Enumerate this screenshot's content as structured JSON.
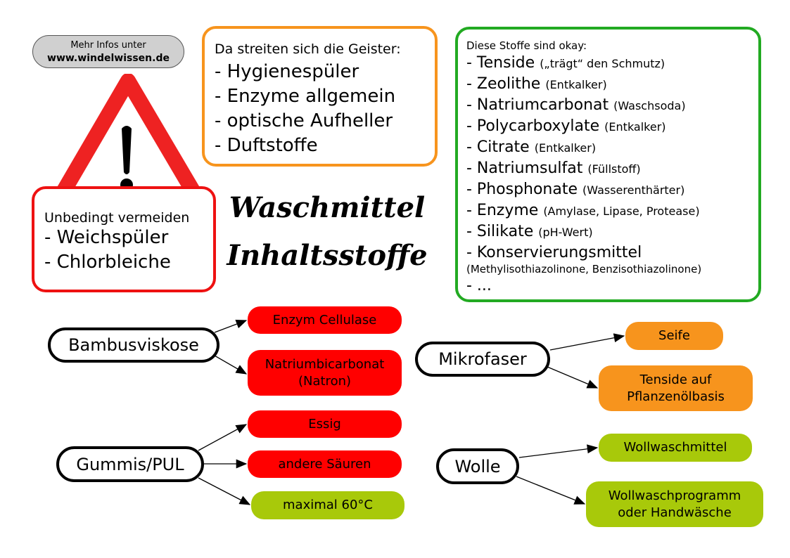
{
  "info": {
    "line1": "Mehr Infos unter",
    "line2": "www.windelwissen.de"
  },
  "warning_icon": "exclamation-triangle-icon",
  "colors": {
    "avoid": "#ee1111",
    "debated": "#f7941d",
    "okay": "#22aa22",
    "red_leaf": "#ff0000",
    "orange_leaf": "#f7941d",
    "green_leaf": "#a8c90a"
  },
  "debated": {
    "heading": "Da streiten sich die Geister:",
    "items": [
      "- Hygienespüler",
      "- Enzyme allgemein",
      "- optische Aufheller",
      "- Duftstoffe"
    ]
  },
  "okay": {
    "heading": "Diese Stoffe sind okay:",
    "items": [
      {
        "name": "- Tenside",
        "note": "(„trägt“ den Schmutz)"
      },
      {
        "name": "- Zeolithe",
        "note": "(Entkalker)"
      },
      {
        "name": "- Natriumcarbonat",
        "note": "(Waschsoda)"
      },
      {
        "name": "- Polycarboxylate",
        "note": "(Entkalker)"
      },
      {
        "name": "- Citrate",
        "note": "(Entkalker)"
      },
      {
        "name": "- Natriumsulfat",
        "note": "(Füllstoff)"
      },
      {
        "name": "- Phosphonate",
        "note": "(Wasserenthärter)"
      },
      {
        "name": "- Enzyme",
        "note": "(Amylase, Lipase, Protease)"
      },
      {
        "name": "- Silikate",
        "note": "(pH-Wert)"
      },
      {
        "name": "- Konservierungsmittel",
        "note": ""
      }
    ],
    "sub_note": "(Methylisothiazolinone, Benzisothiazolinone)",
    "more": "- ..."
  },
  "avoid": {
    "heading": "Unbedingt vermeiden",
    "items": [
      "- Weichspüler",
      "- Chlorbleiche"
    ]
  },
  "title": {
    "line1": "Waschmittel",
    "line2": "Inhaltsstoffe"
  },
  "materials": {
    "bambus": {
      "label": "Bambusviskose",
      "leaves": [
        "Enzym Cellulase",
        "Natriumbicarbonat (Natron)"
      ]
    },
    "gummi": {
      "label": "Gummis/PUL",
      "leaves": [
        "Essig",
        "andere Säuren",
        "maximal 60°C"
      ]
    },
    "mikro": {
      "label": "Mikrofaser",
      "leaves": [
        "Seife",
        "Tenside auf Pflanzenölbasis"
      ]
    },
    "wolle": {
      "label": "Wolle",
      "leaves": [
        "Wollwaschmittel",
        "Wollwaschprogramm oder Handwäsche"
      ]
    }
  }
}
